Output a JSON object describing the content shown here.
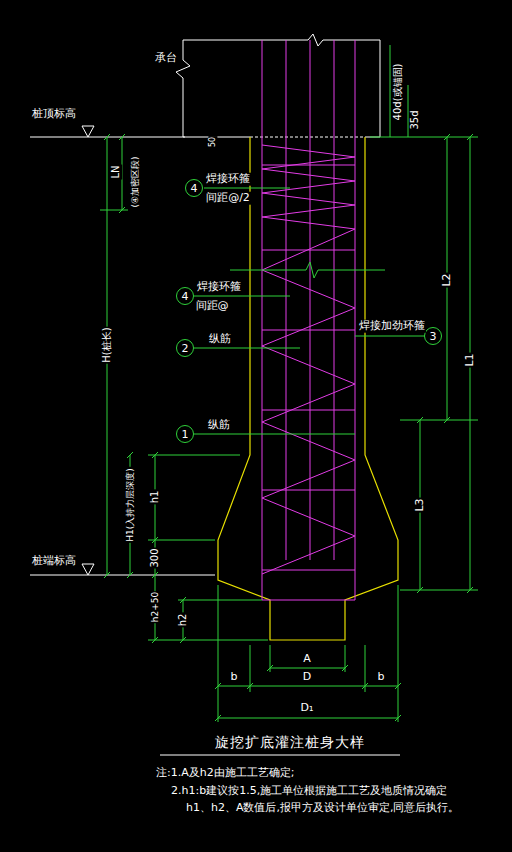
{
  "diagram": {
    "title": "旋挖扩底灌注桩身大样",
    "nodes": [
      {
        "text": [
          "4"
        ]
      },
      {
        "text": [
          "4"
        ]
      },
      {
        "text": [
          "2"
        ]
      },
      {
        "text": [
          "1"
        ]
      },
      {
        "text": [
          "3"
        ]
      }
    ],
    "labels": [
      "承台",
      "40d(或锚固)",
      "35d",
      "桩顶标高",
      "50",
      "LN",
      "(④加密区段)",
      "焊接环箍",
      "间距@/2",
      "焊接环箍",
      "间距@",
      "纵筋",
      "纵筋",
      "焊接加劲环箍",
      "L2",
      "L1",
      "L3",
      "H(桩长)",
      "h1",
      "300",
      "h2+50",
      "h2",
      "H1(入持力层深度)",
      "桩端标高",
      "A",
      "b",
      "D",
      "b",
      "D₁",
      "注:1.A及h2由施工工艺确定;",
      "2.h1:b建议按1.5,施工单位根据施工工艺及地质情况确定",
      "h1、h2、A数值后,报甲方及设计单位审定,同意后执行。"
    ]
  }
}
